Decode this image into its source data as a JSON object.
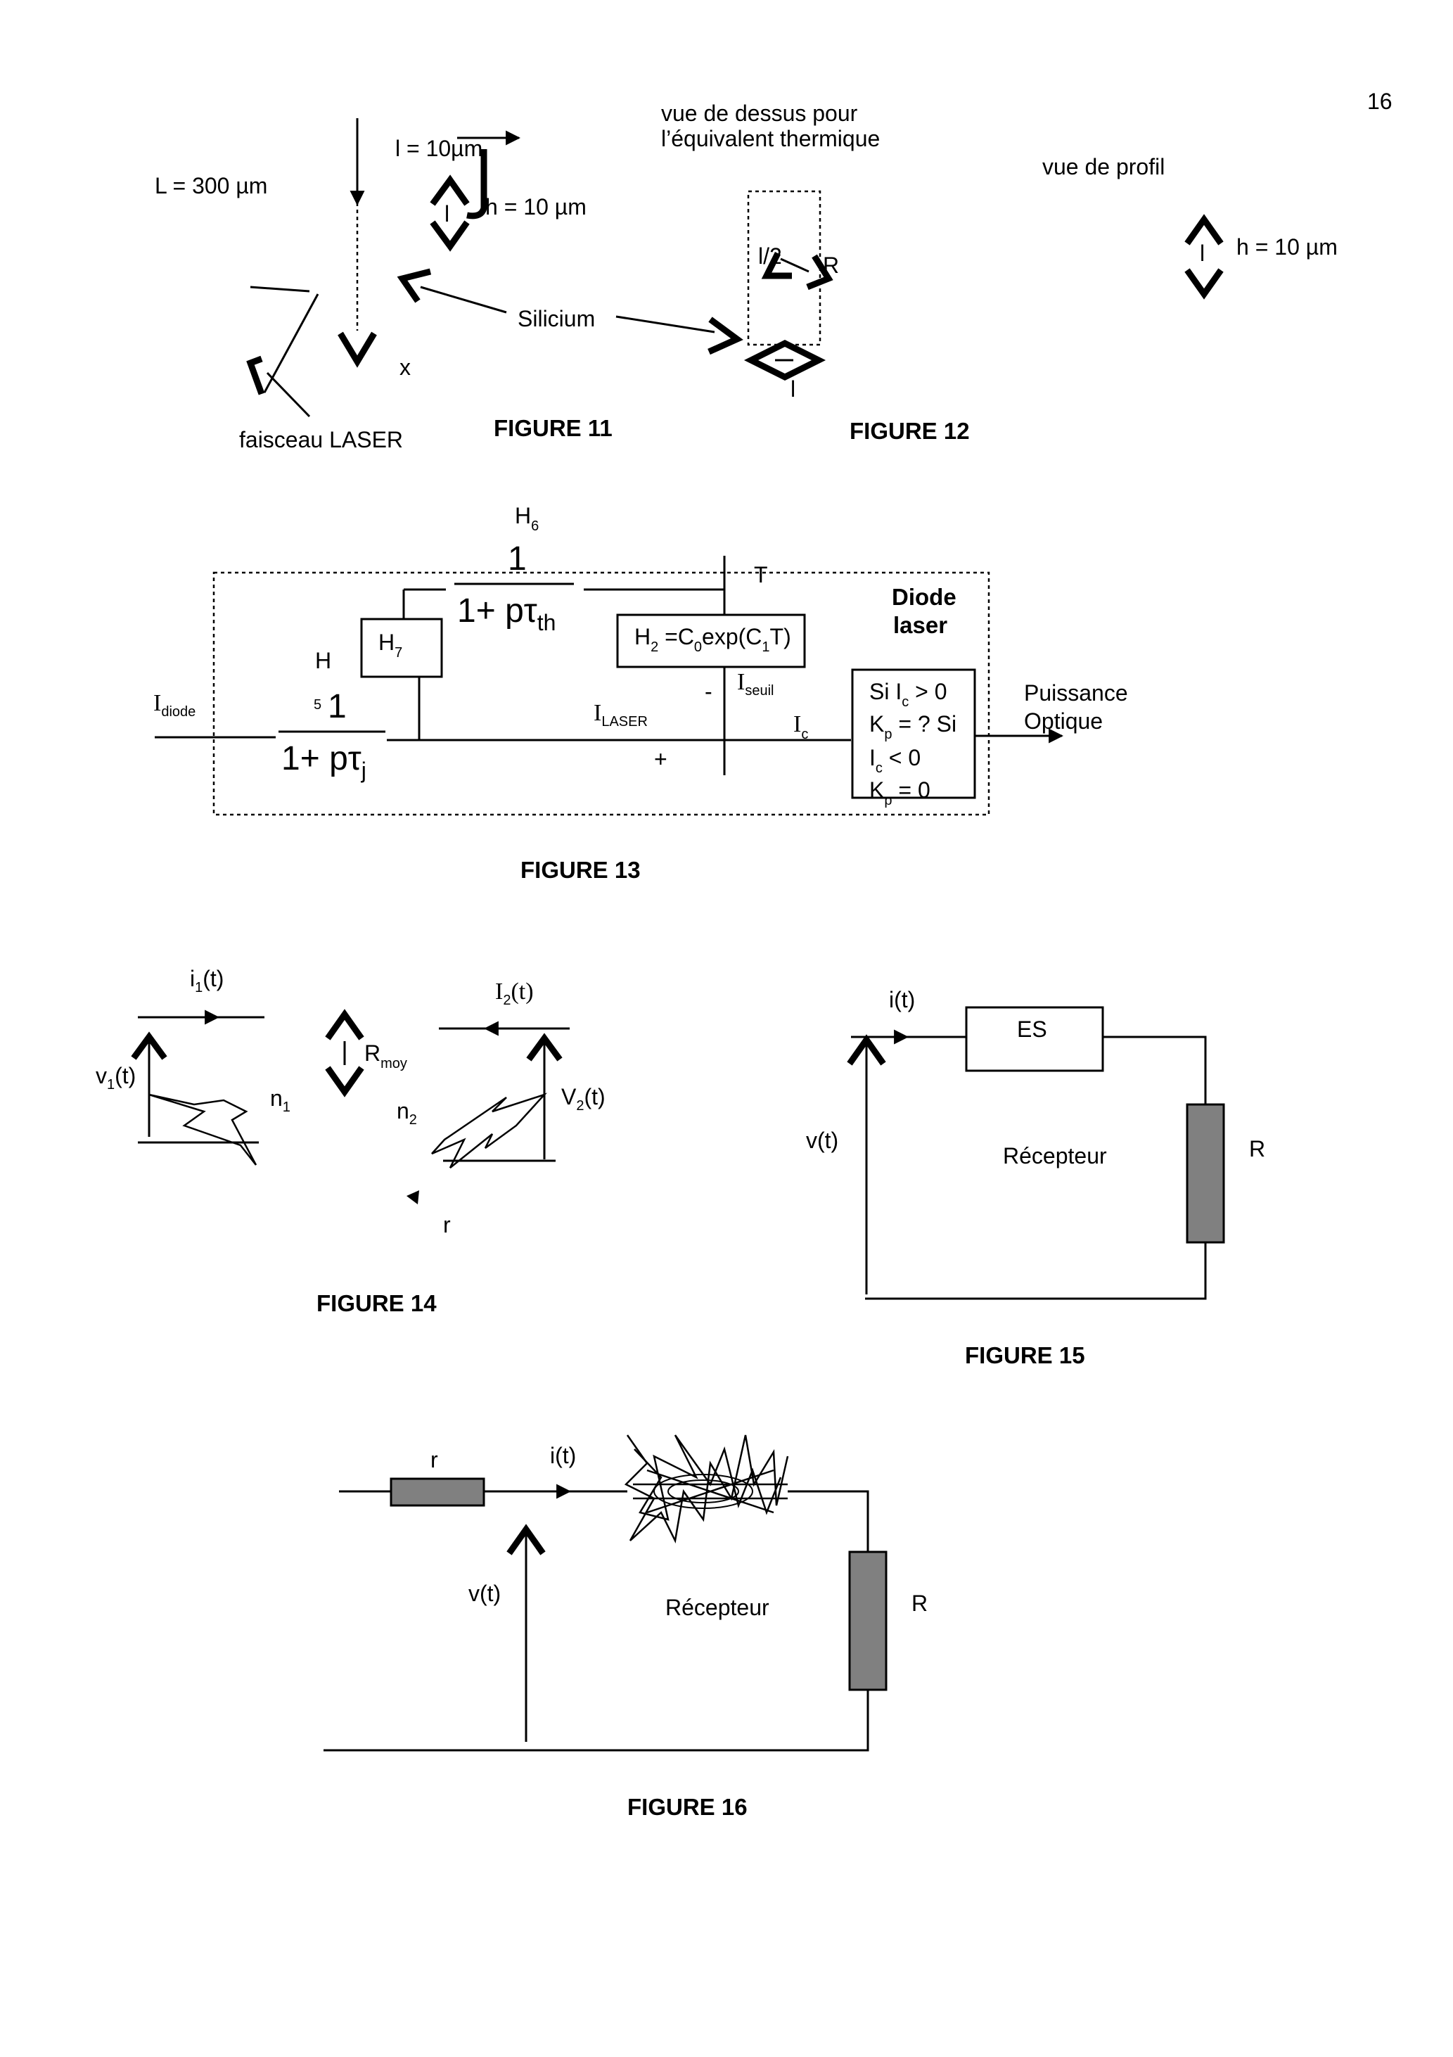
{
  "page_number": "16",
  "figure11": {
    "caption": "FIGURE 11",
    "L_label": "L = 300 µm",
    "l_label": "l = 10µm",
    "h_label": "h = 10 µm",
    "l_small": "l",
    "silicium": "Silicium",
    "x_label": "x",
    "laser_label": "faisceau LASER"
  },
  "figure12": {
    "caption": "FIGURE 12",
    "top_view_line1": "vue de dessus pour",
    "top_view_line2": "l’équivalent thermique",
    "profile_view": "vue de profil",
    "h_label": "h = 10 µm",
    "l_small": "l",
    "l_half": "l/2",
    "R_label": "R",
    "l_bottom": "l"
  },
  "figure13": {
    "caption": "FIGURE 13",
    "H6": "H",
    "H6_sub": "6",
    "H6_num": "1",
    "H6_den": "1+ pτ",
    "H6_den_sub": "th",
    "H7": "H",
    "H7_sub": "7",
    "H5": "H",
    "H5_sub": "5",
    "H5_num": "1",
    "H5_den": "1+ pτ",
    "H5_den_sub": "j",
    "H2_box": "H",
    "H2_sub": "2",
    "H2_expr_a": " =C",
    "H2_C0_sub": "0",
    "H2_expr_b": "exp(C",
    "H2_C1_sub": "1",
    "H2_expr_c": "T)",
    "T_label": "T",
    "diode_line1": "Diode",
    "diode_line2": "laser",
    "I_diode": "I",
    "I_diode_sub": "diode",
    "I_laser": "I",
    "I_laser_sub": "LASER",
    "I_seuil": "I",
    "I_seuil_sub": "seuil",
    "I_c": "I",
    "I_c_sub": "c",
    "minus": "-",
    "plus": "+",
    "cond1_a": "Si  I",
    "cond1_sub": "c",
    "cond1_b": " > 0",
    "cond2_a": "K",
    "cond2_sub": "p",
    "cond2_b": " = ? Si",
    "cond3_a": " I",
    "cond3_sub": "c",
    "cond3_b": " < 0",
    "cond4_a": "K",
    "cond4_sub": "p",
    "cond4_b": " = 0",
    "output_line1": "Puissance",
    "output_line2": "Optique"
  },
  "figure14": {
    "caption": "FIGURE 14",
    "i1": "i",
    "i1_sub": "1",
    "i1_tail": "(t)",
    "I2": "I",
    "I2_sub": "2",
    "I2_tail": "(t)",
    "v1": "v",
    "v1_sub": "1",
    "v1_tail": "(t)",
    "V2": "V",
    "V2_sub": "2",
    "V2_tail": "(t)",
    "n1": "n",
    "n1_sub": "1",
    "n2": "n",
    "n2_sub": "2",
    "Rmoy": "R",
    "Rmoy_sub": "moy",
    "r": "r"
  },
  "figure15": {
    "caption": "FIGURE 15",
    "i": "i(t)",
    "es": "ES",
    "v": "v(t)",
    "recepteur": "Récepteur",
    "R": "R"
  },
  "figure16": {
    "caption": "FIGURE 16",
    "r": "r",
    "i": "i(t)",
    "v": "v(t)",
    "recepteur": "Récepteur",
    "R": "R"
  }
}
